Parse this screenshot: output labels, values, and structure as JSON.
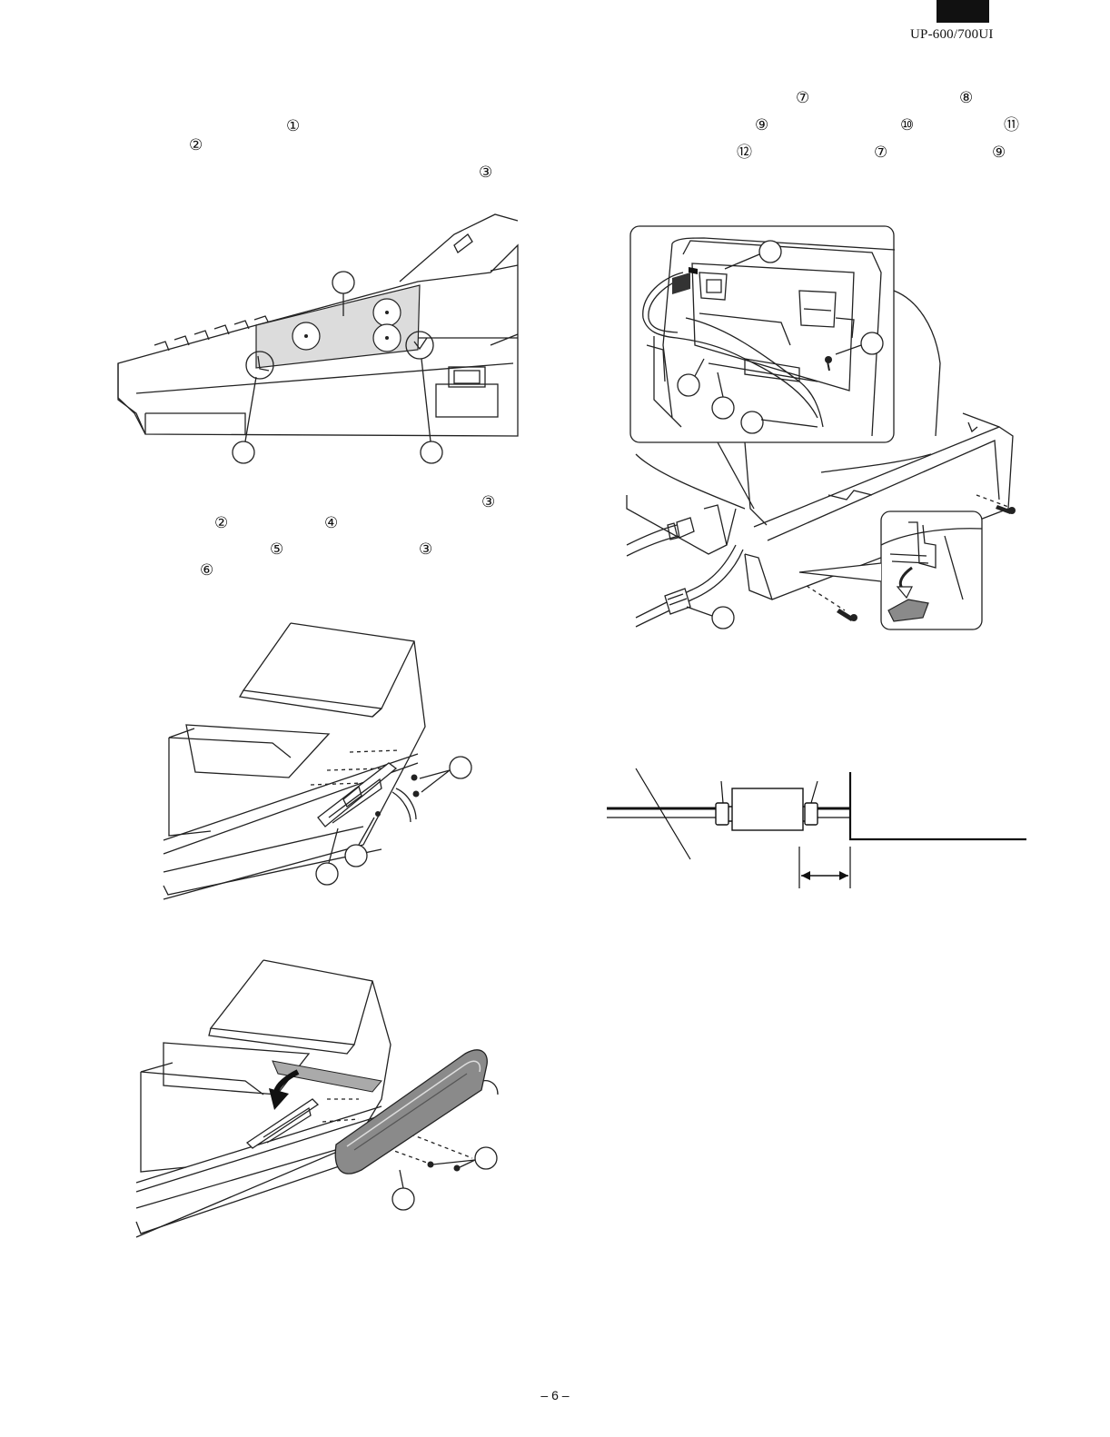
{
  "header": {
    "model": "UP-600/700UI"
  },
  "section1": {
    "marks": [
      "①",
      "②",
      "③"
    ]
  },
  "section2": {
    "marks": [
      "③",
      "②",
      "④",
      "⑤",
      "③",
      "⑥"
    ]
  },
  "section3": {
    "marks": [
      "⑦",
      "⑧",
      "⑨",
      "⑩",
      "⑪",
      "⑫",
      "⑦",
      "⑨"
    ]
  },
  "footer": {
    "page_number": "– 6 –"
  },
  "icons": [
    "screw-icon",
    "arrow-down-icon",
    "double-arrow-icon"
  ]
}
